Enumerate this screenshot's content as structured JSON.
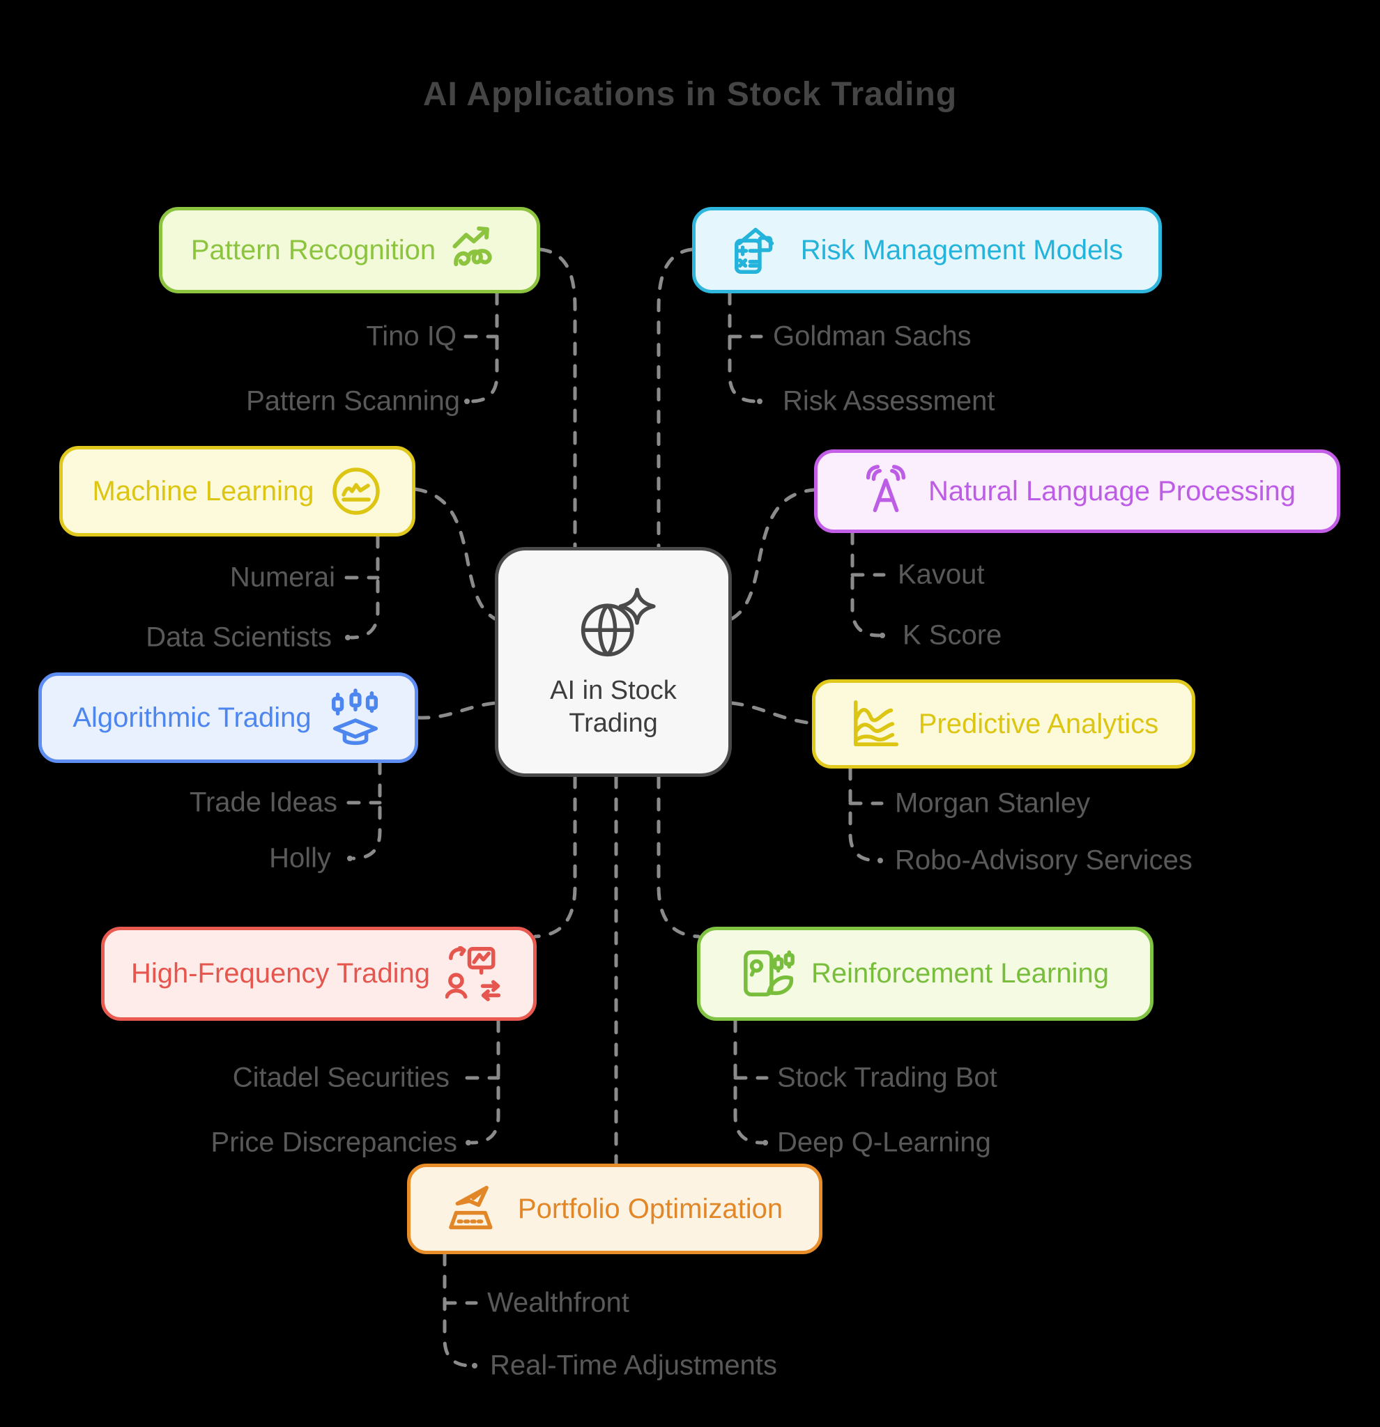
{
  "title": "AI Applications in Stock Trading",
  "center": {
    "label": "AI in Stock Trading",
    "icon": "globe-sparkle-icon",
    "colors": {
      "border": "#4a4a4a",
      "background": "#f7f7f7",
      "text": "#3d3d3d"
    }
  },
  "ui": {
    "background": "#000000",
    "title_color": "#454545",
    "child_text_color": "#595959",
    "connector_color": "#8b8b8b"
  },
  "branches": [
    {
      "id": "pattern-recognition",
      "label": "Pattern Recognition",
      "icon": "trend-squiggle-icon",
      "colors": {
        "border": "#8cc43f",
        "background": "#f2fada",
        "text": "#8cc43f"
      },
      "children": [
        "Tino IQ",
        "Pattern Scanning"
      ]
    },
    {
      "id": "risk-management-models",
      "label": "Risk Management Models",
      "icon": "house-calculator-icon",
      "colors": {
        "border": "#2fb6dc",
        "background": "#e5f7fd",
        "text": "#24b3da"
      },
      "children": [
        "Goldman Sachs",
        "Risk Assessment"
      ]
    },
    {
      "id": "machine-learning",
      "label": "Machine Learning",
      "icon": "chart-circle-icon",
      "colors": {
        "border": "#e0c81c",
        "background": "#fdfadb",
        "text": "#dcc513"
      },
      "children": [
        "Numerai",
        "Data Scientists"
      ]
    },
    {
      "id": "natural-language-processing",
      "label": "Natural Language Processing",
      "icon": "voice-letter-icon",
      "colors": {
        "border": "#c35ee6",
        "background": "#fbeffe",
        "text": "#bd5ce4"
      },
      "children": [
        "Kavout",
        "K Score"
      ]
    },
    {
      "id": "algorithmic-trading",
      "label": "Algorithmic Trading",
      "icon": "candlestick-graduation-icon",
      "colors": {
        "border": "#5e8ef2",
        "background": "#eaf1fe",
        "text": "#4d86ef"
      },
      "children": [
        "Trade Ideas",
        "Holly"
      ]
    },
    {
      "id": "predictive-analytics",
      "label": "Predictive Analytics",
      "icon": "multi-line-chart-icon",
      "colors": {
        "border": "#e0c81c",
        "background": "#fdfadb",
        "text": "#dcc513"
      },
      "children": [
        "Morgan Stanley",
        "Robo-Advisory Services"
      ]
    },
    {
      "id": "high-frequency-trading",
      "label": "High-Frequency Trading",
      "icon": "trader-exchange-icon",
      "colors": {
        "border": "#e95a51",
        "background": "#fdecea",
        "text": "#e5564e"
      },
      "children": [
        "Citadel Securities",
        "Price Discrepancies"
      ]
    },
    {
      "id": "reinforcement-learning",
      "label": "Reinforcement Learning",
      "icon": "mobile-trading-icon",
      "colors": {
        "border": "#80c242",
        "background": "#f4fbe2",
        "text": "#79bd3c"
      },
      "children": [
        "Stock Trading Bot",
        "Deep Q-Learning"
      ]
    },
    {
      "id": "portfolio-optimization",
      "label": "Portfolio Optimization",
      "icon": "plane-portfolio-icon",
      "colors": {
        "border": "#e78e2b",
        "background": "#fdf3e3",
        "text": "#e28728"
      },
      "children": [
        "Wealthfront",
        "Real-Time Adjustments"
      ]
    }
  ]
}
